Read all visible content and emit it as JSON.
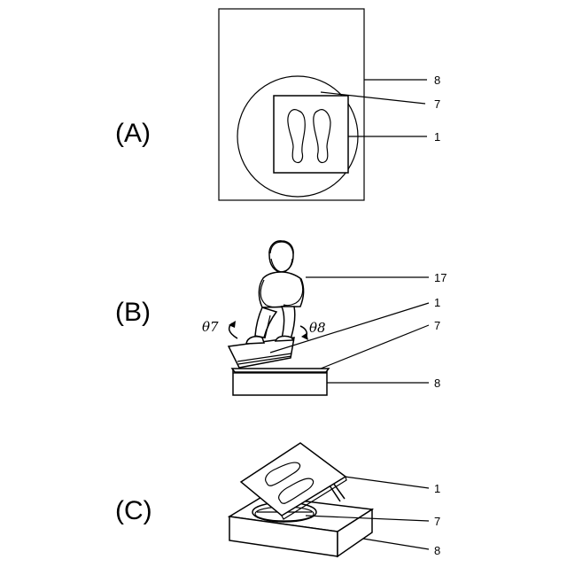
{
  "panels": {
    "a": {
      "label": "(A)",
      "refs": {
        "base": "8",
        "disc": "7",
        "plate": "1"
      }
    },
    "b": {
      "label": "(B)",
      "refs": {
        "person": "17",
        "plate": "1",
        "disc": "7",
        "base": "8"
      },
      "angles": {
        "left": "θ7",
        "right": "θ8"
      }
    },
    "c": {
      "label": "(C)",
      "refs": {
        "plate": "1",
        "disc": "7",
        "base": "8"
      }
    }
  }
}
